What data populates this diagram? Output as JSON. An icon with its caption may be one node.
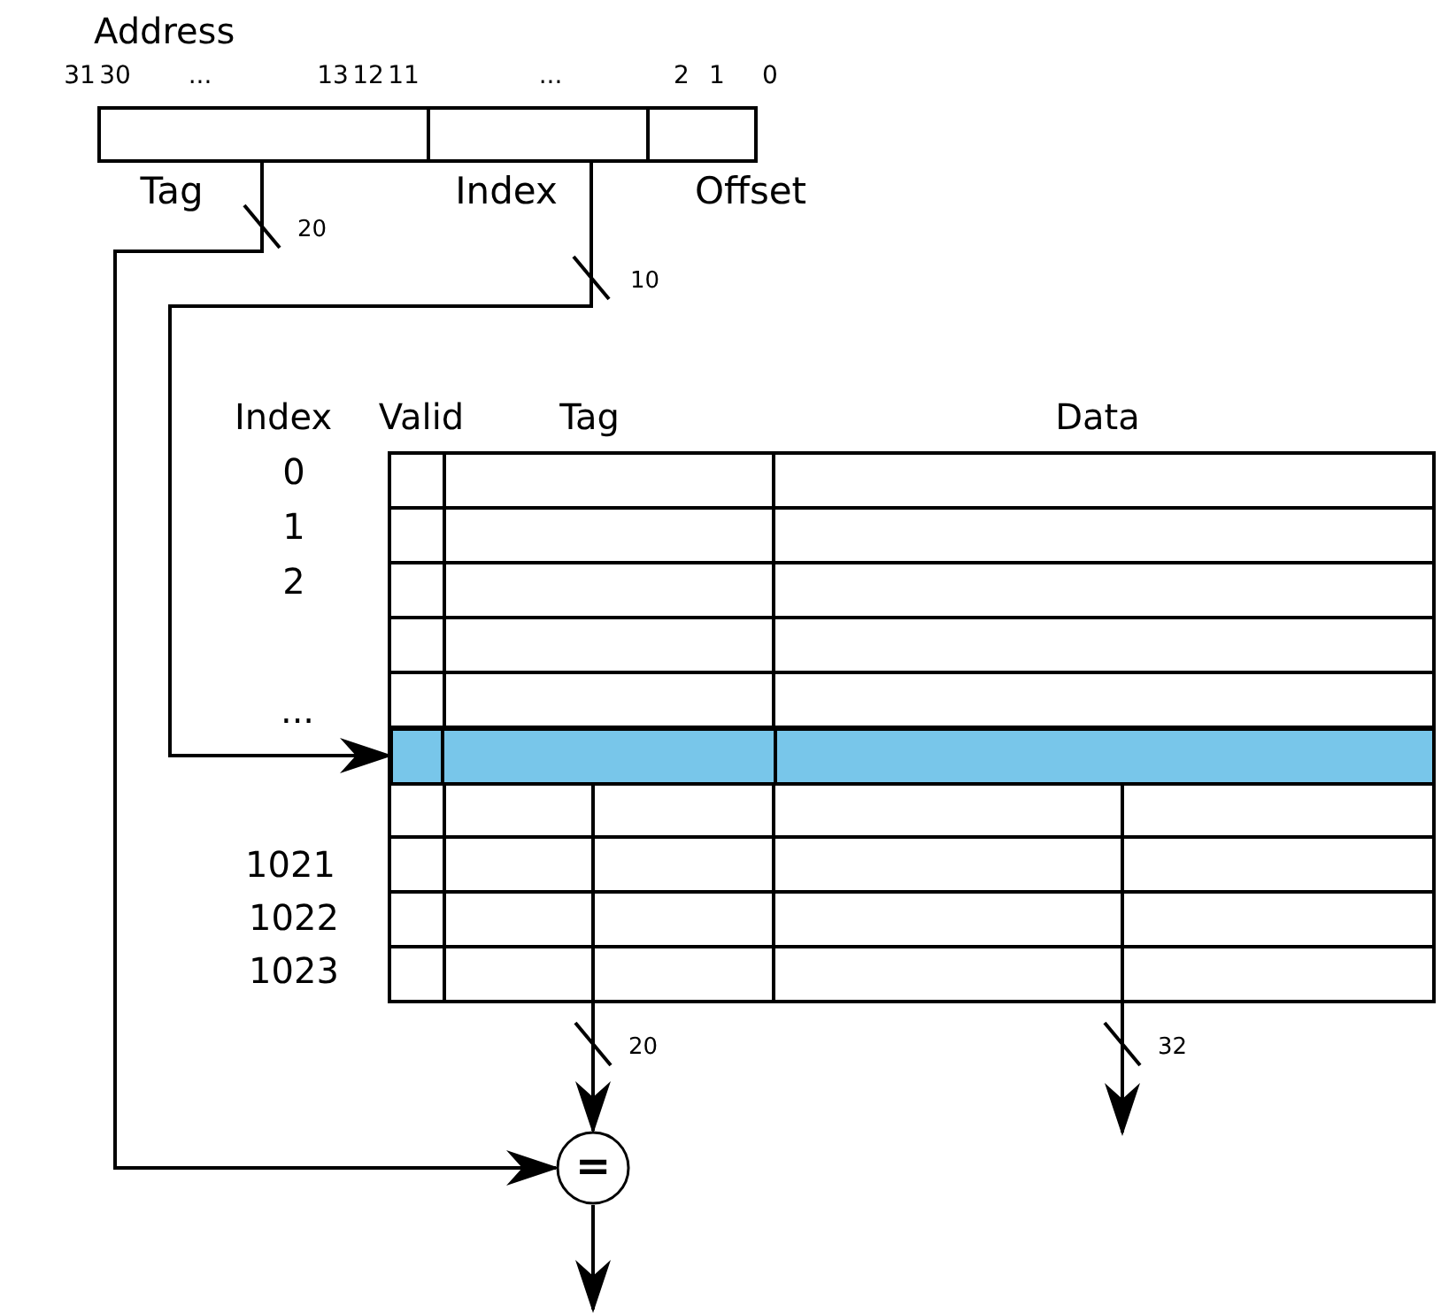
{
  "diagram": {
    "nodes": [
      {
        "text": [],
        "shape": "box",
        "beside": [
          "Tag"
        ]
      },
      {
        "text": [],
        "shape": "box",
        "beside": [
          "Index"
        ]
      },
      {
        "text": [],
        "shape": "box",
        "beside": [
          "Offset"
        ]
      },
      {
        "text": [],
        "shape": "bar"
      },
      {
        "text": [],
        "shape": "box",
        "in": 3
      },
      {
        "text": [],
        "shape": "box",
        "in": 3
      },
      {
        "text": [
          "="
        ]
      }
    ],
    "edges": [
      {
        "from": 0,
        "to": 6,
        "arrow": "to",
        "label": "20"
      },
      {
        "from": 1,
        "to": 3,
        "arrow": "to",
        "label": "10"
      },
      {
        "from": 4,
        "to": 6,
        "arrow": "to",
        "label": "20"
      },
      {
        "from": 5,
        "to": null,
        "arrow": "to",
        "label": "32"
      },
      {
        "from": 6,
        "to": null,
        "arrow": "to"
      }
    ],
    "labels": [
      "Address",
      "31",
      "30",
      "...",
      "13",
      "12",
      "11",
      "...",
      "2",
      "1",
      "0",
      "Index",
      "Valid",
      "Tag",
      "Data",
      "0",
      "1",
      "2",
      "...",
      "1021",
      "1022",
      "1023"
    ]
  }
}
